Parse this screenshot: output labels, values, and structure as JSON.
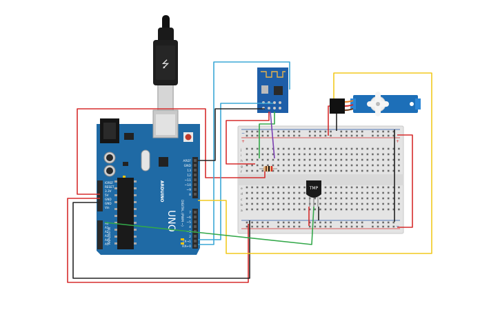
{
  "board": {
    "name": "UNO",
    "brand": "ARDUINO",
    "digital_header": "DIGITAL (PWM ~)",
    "analog_header": "ANALOG IN",
    "pins_top": [
      "AREF",
      "GND",
      "13",
      "12",
      "~11",
      "~10",
      "~9",
      "8"
    ],
    "pins_digital_low": [
      "7",
      "~6",
      "~5",
      "4",
      "~3",
      "2",
      "TX→1",
      "RX←0"
    ],
    "power_pins": [
      "IOREF",
      "RESET",
      "3.3V",
      "5V",
      "GND",
      "GND",
      "Vin"
    ],
    "analog_pins": [
      "A0",
      "A1",
      "A2",
      "A3",
      "A4",
      "A5"
    ],
    "colors": {
      "pcb": "#1f6aa5",
      "pcb_dark": "#17578a",
      "header": "#2b2b2b"
    }
  },
  "sensor": {
    "label": "TMP"
  },
  "breadboard": {
    "row_letters_top": [
      "j",
      "i",
      "h",
      "g",
      "f"
    ],
    "row_letters_bottom": [
      "e",
      "d",
      "c",
      "b",
      "a"
    ],
    "rail_plus": "+",
    "rail_minus": "−",
    "columns": 30
  },
  "wires": {
    "colors": {
      "red": "#d62b2b",
      "black": "#222222",
      "blue": "#3aa7d6",
      "yellow": "#f2c91e",
      "green": "#33a84a",
      "purple": "#7b3fb0",
      "orange": "#e67e22"
    }
  }
}
